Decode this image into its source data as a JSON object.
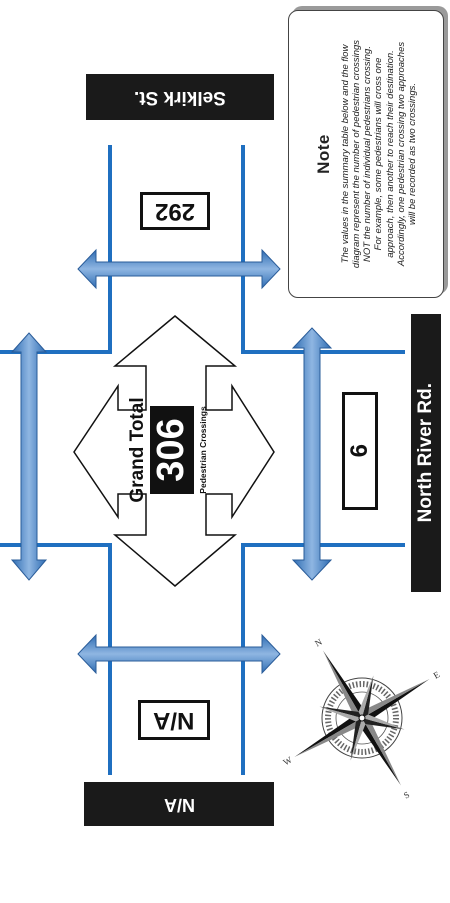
{
  "streets": {
    "top": "Selkirk St.",
    "bottom": "N/A",
    "right": "North River Rd."
  },
  "counts": {
    "top_approach": "292",
    "bottom_approach": "N/A",
    "right_approach": "6"
  },
  "grand_total": {
    "label": "Grand Total",
    "value": "306",
    "sublabel": "Pedestrian Crossings"
  },
  "note": {
    "title": "Note",
    "lines": [
      "The values in the summary table below and the flow",
      "diagram represent the number of pedestrian crossings",
      "NOT the number of individual pedestrians crossing.",
      "For example, some pedestrians will cross one",
      "approach, then another to reach their destination.",
      "Accordingly, one pedestrian crossing two approaches",
      "will be recorded as two crossings."
    ]
  },
  "compass": {
    "icon": "compass-rose-icon",
    "letters": [
      "N",
      "E",
      "S",
      "W"
    ]
  },
  "colors": {
    "road": "#1f6fc0",
    "arrow": "#4b84c6",
    "label_bg": "#1a1a1a"
  }
}
